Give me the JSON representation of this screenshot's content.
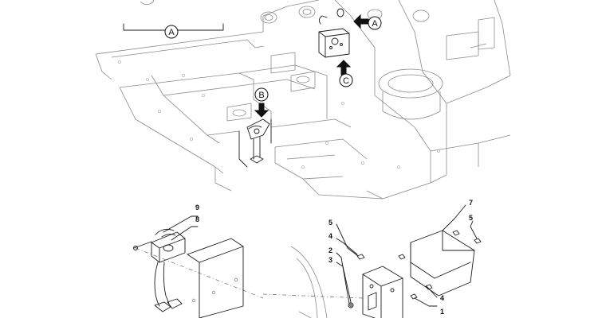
{
  "callouts": {
    "detail_a_label": "A",
    "view_a_label": "A",
    "view_b_label": "B",
    "view_c_label": "C"
  },
  "part_numbers": {
    "n9": "9",
    "n8": "8",
    "n5_left": "5",
    "n4_top": "4",
    "n2": "2",
    "n3": "3",
    "n7": "7",
    "n5_right": "5",
    "n4_bottom": "4",
    "n1": "1"
  }
}
